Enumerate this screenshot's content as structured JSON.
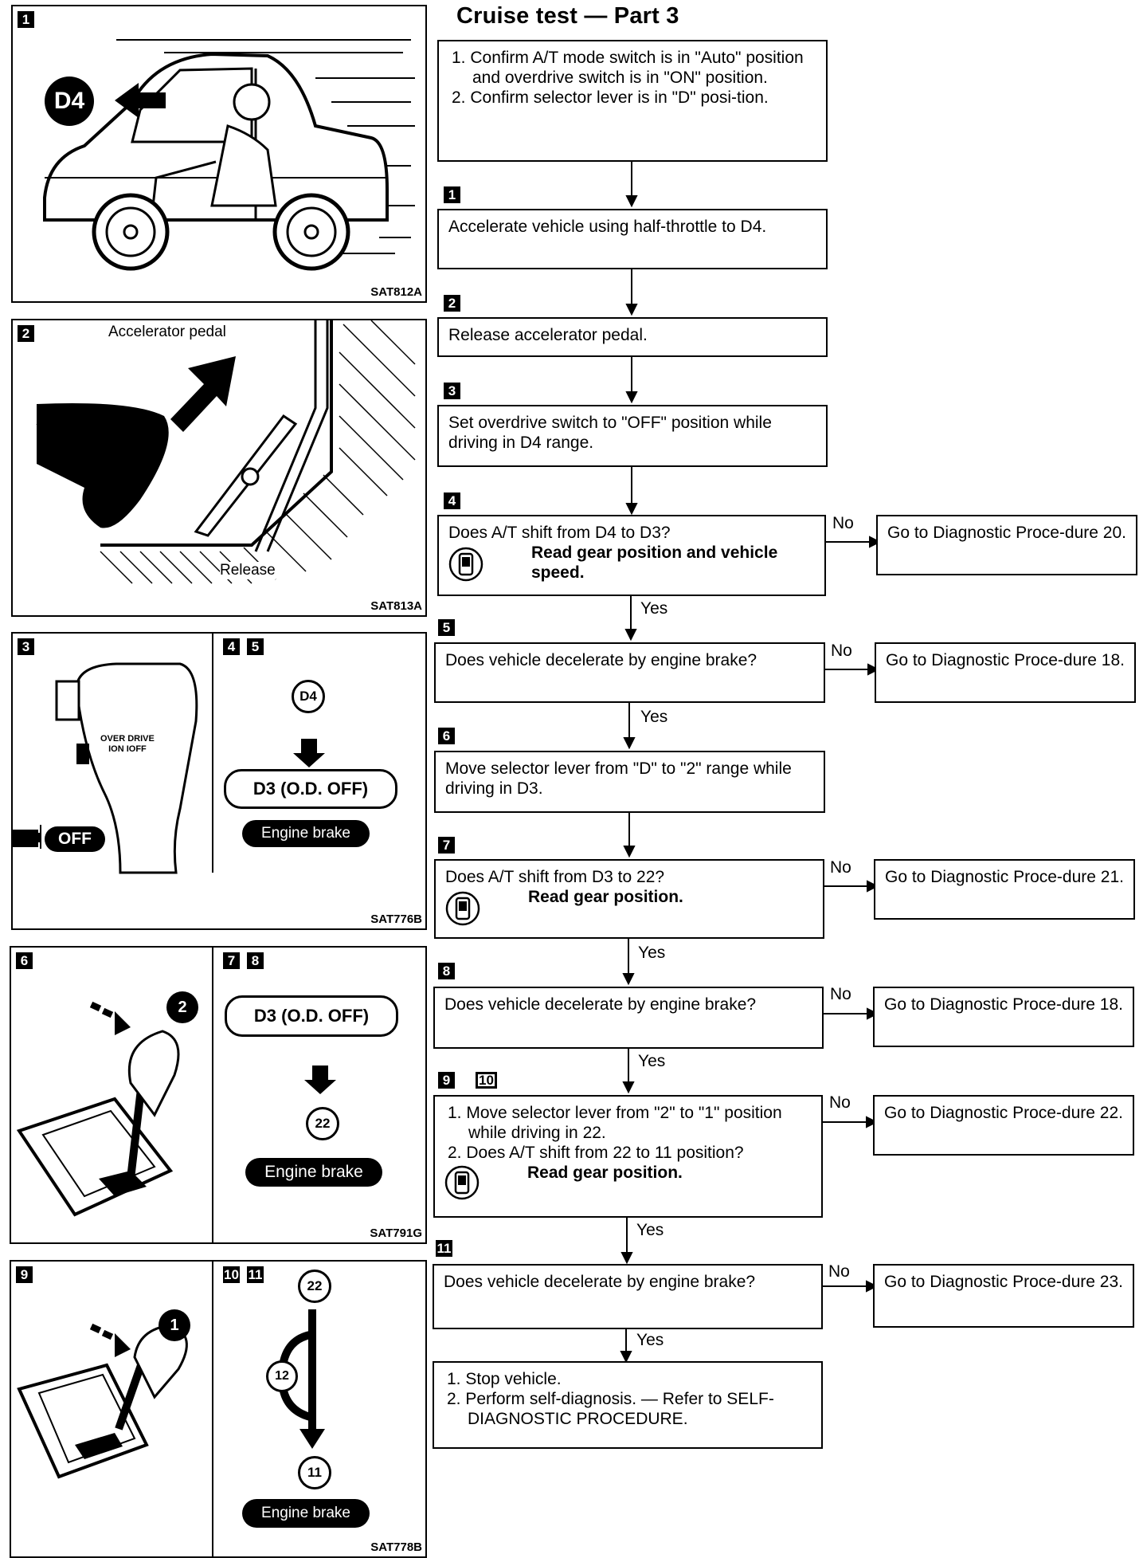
{
  "title": "Cruise test — Part 3",
  "figures": [
    {
      "num": "1",
      "code": "SAT812A",
      "label": "D4"
    },
    {
      "num": "2",
      "code": "SAT813A",
      "top_label": "Accelerator pedal",
      "bottom_label": "Release"
    },
    {
      "num_left": "3",
      "num_right_a": "4",
      "num_right_b": "5",
      "code": "SAT776B",
      "switch_text": "OVER DRIVE",
      "switch_sub": "ION  IOFF",
      "off_label": "OFF",
      "top_gear": "D4",
      "gear_box": "D3 (O.D. OFF)",
      "pill": "Engine brake"
    },
    {
      "num_left": "6",
      "num_right_a": "7",
      "num_right_b": "8",
      "code": "SAT791G",
      "circle_num": "2",
      "gear_box": "D3 (O.D. OFF)",
      "bottom_gear": "22",
      "pill": "Engine brake"
    },
    {
      "num_left": "9",
      "num_right_a": "10",
      "num_right_b": "11",
      "code": "SAT778B",
      "circle_num": "1",
      "top_gear": "22",
      "mid_gear": "12",
      "bottom_gear": "11",
      "pill": "Engine brake"
    }
  ],
  "flow": {
    "start_items": [
      "1. Confirm A/T mode switch is in \"Auto\" position and overdrive switch is in \"ON\" position.",
      "2. Confirm selector lever is in \"D\" posi-tion."
    ],
    "steps": [
      {
        "num": "1",
        "text": "Accelerate vehicle using half-throttle to D4."
      },
      {
        "num": "2",
        "text": "Release accelerator pedal."
      },
      {
        "num": "3",
        "text": "Set overdrive switch to \"OFF\" position while driving in D4 range."
      },
      {
        "num": "4",
        "text": "Does A/T shift from D4 to D3?",
        "bold": "Read gear position and vehicle speed.",
        "no": "Go to Diagnostic Proce-dure 20."
      },
      {
        "num": "5",
        "text": "Does vehicle decelerate by engine brake?",
        "no": "Go to Diagnostic Proce-dure 18."
      },
      {
        "num": "6",
        "text": "Move selector lever from \"D\" to \"2\" range while driving in D3."
      },
      {
        "num": "7",
        "text": "Does A/T shift from D3 to 22?",
        "bold": "Read gear position.",
        "no": "Go to Diagnostic Proce-dure 21."
      },
      {
        "num": "8",
        "text": "Does vehicle decelerate by engine brake?",
        "no": "Go to Diagnostic Proce-dure 18."
      },
      {
        "num": "9",
        "num_b": "10",
        "items": [
          "1. Move selector lever from \"2\" to \"1\" position while driving in 22.",
          "2. Does A/T shift from 22 to 11 position?"
        ],
        "bold": "Read gear position.",
        "no": "Go to Diagnostic Proce-dure 22."
      },
      {
        "num": "11",
        "text": "Does vehicle decelerate by engine brake?",
        "no": "Go to Diagnostic Proce-dure 23."
      }
    ],
    "end_items": [
      "1. Stop vehicle.",
      "2. Perform self-diagnosis. — Refer to SELF-DIAGNOSTIC PROCEDURE."
    ],
    "yes_label": "Yes",
    "no_label": "No"
  }
}
